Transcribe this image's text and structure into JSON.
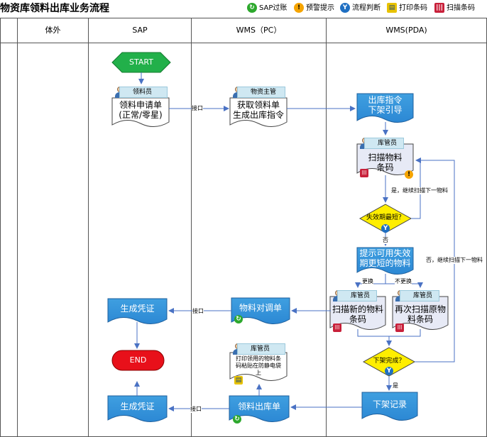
{
  "title": "物资库领料出库业务流程",
  "legend": [
    {
      "icon": "sap-transaction-icon",
      "label": "SAP过账",
      "color": "#2da82d"
    },
    {
      "icon": "warning-icon",
      "label": "预警提示",
      "color": "#f5a400"
    },
    {
      "icon": "decision-icon",
      "label": "流程判断",
      "color": "#1f6fc2"
    },
    {
      "icon": "print-barcode-icon",
      "label": "打印条码",
      "color": "#e8c200"
    },
    {
      "icon": "scan-barcode-icon",
      "label": "扫描条码",
      "color": "#c8203a"
    }
  ],
  "lanes": [
    "体外",
    "SAP",
    "WMS（PC）",
    "WMS(PDA)"
  ],
  "nodes": {
    "start": "START",
    "end": "END",
    "apply": "领料申请单\n(正常/零星)",
    "apply_role": "领料员",
    "gen_order": "获取领料单\n生成出库指令",
    "gen_order_role": "物资主管",
    "out_guide": "出库指令\n下架引导",
    "scan_material": "扫描物料\n条码",
    "scan_material_role": "库管员",
    "expiry_check": "失效期最短？",
    "hint_shorter": "提示可用失效\n期更短的物料",
    "scan_new": "扫描新的物料\n条码",
    "scan_new_role": "库管员",
    "rescan_orig": "再次扫描原物\n料条码",
    "rescan_orig_role": "库管员",
    "off_shelf_done": "下架完成？",
    "off_shelf_record": "下架记录",
    "issue_form": "领料出库单",
    "print_stick": "打印领用的物料条\n码粘贴在防静电袋\n上",
    "print_stick_role": "库管员",
    "material_adjust": "物料对调单",
    "voucher_top": "生成凭证",
    "voucher_bottom": "生成凭证"
  },
  "edge_labels": {
    "interface1": "接口",
    "interface2": "接口",
    "interface3": "接口",
    "yes_continue": "是，继续扫描下一物料",
    "no": "否",
    "change": "更换",
    "no_change": "不更换",
    "no_continue": "否，继续扫描下一物料",
    "yes": "是"
  }
}
